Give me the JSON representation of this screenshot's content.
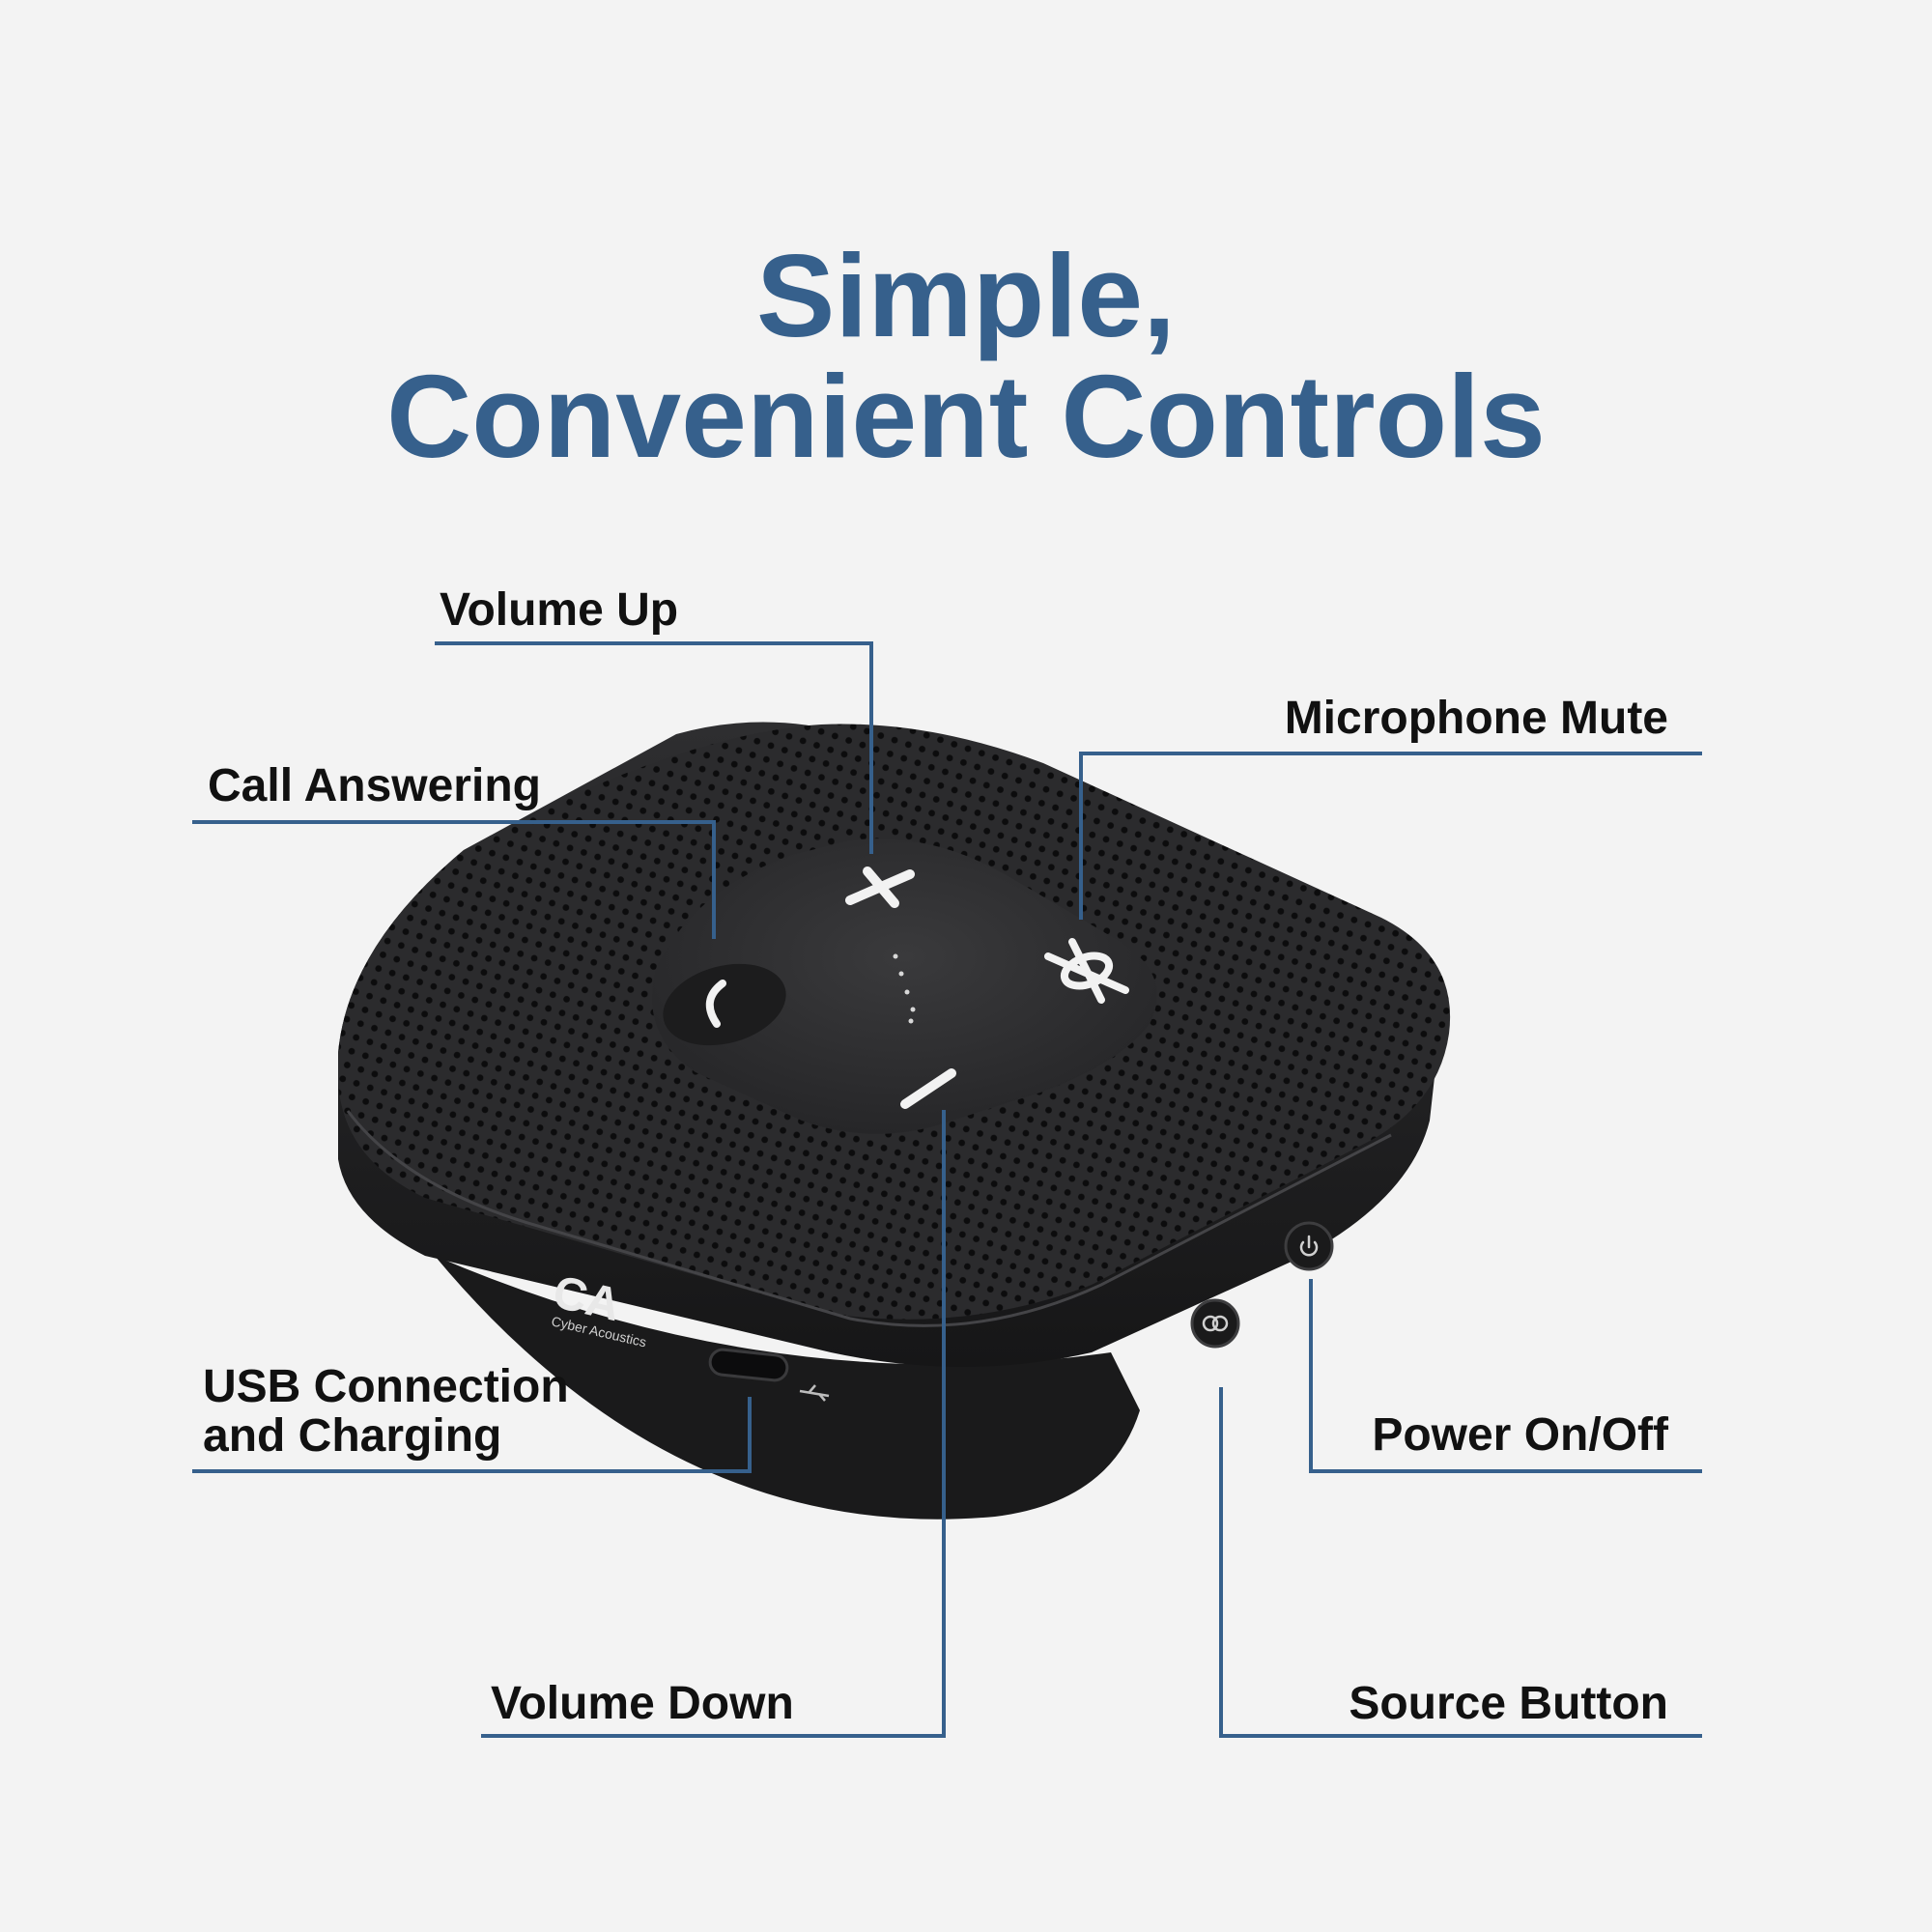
{
  "title": {
    "line1": "Simple,",
    "line2": "Convenient Controls"
  },
  "callouts": {
    "volume_up": "Volume Up",
    "microphone_mute": "Microphone Mute",
    "call_answering": "Call Answering",
    "usb_line1": "USB Connection",
    "usb_line2": "and Charging",
    "power": "Power On/Off",
    "volume_down": "Volume Down",
    "source": "Source Button"
  },
  "brand": {
    "logo": "CA",
    "name": "Cyber Acoustics"
  },
  "colors": {
    "background": "#f3f3f3",
    "accent": "#36608c",
    "device": "#2a2a2c"
  },
  "icons": [
    "plus-icon",
    "minus-icon",
    "phone-icon",
    "mic-mute-icon",
    "power-icon",
    "source-icon",
    "usb-icon"
  ]
}
